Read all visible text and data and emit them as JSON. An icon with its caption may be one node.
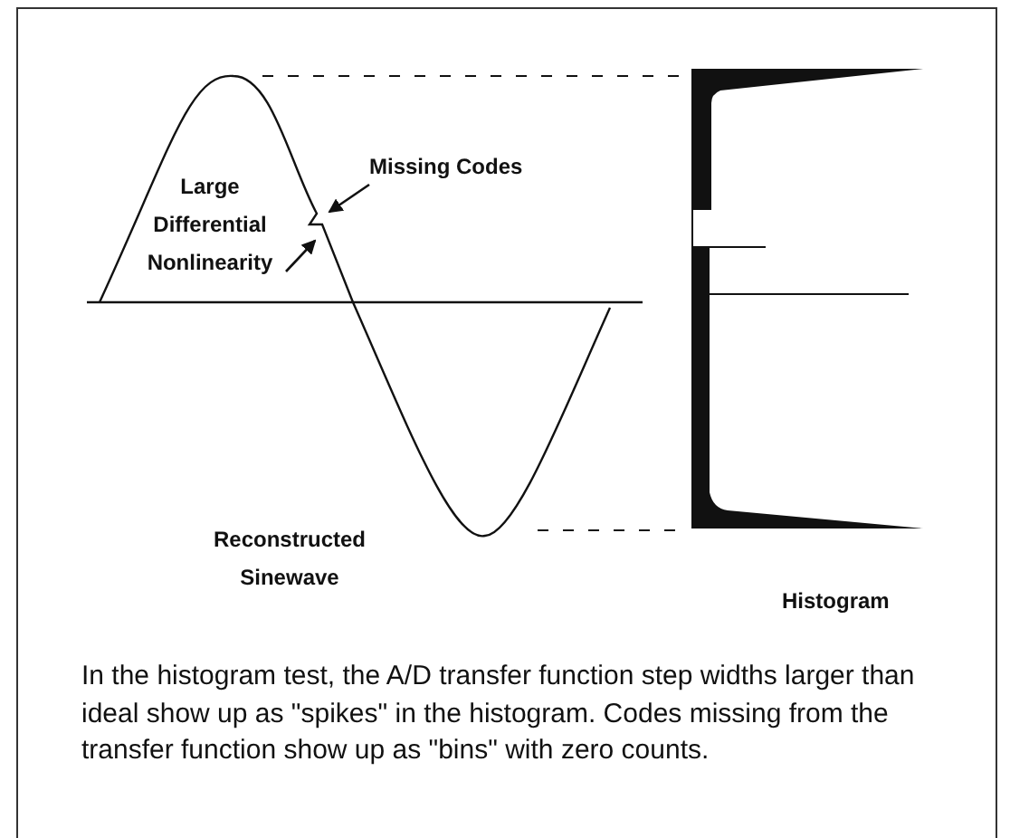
{
  "diagram": {
    "caption": "In the histogram test, the A/D transfer function step widths larger than ideal show up as \"spikes\" in the histogram. Codes missing from the transfer function show up as \"bins\" with zero counts.",
    "nodes": [
      {
        "text": [
          "Missing Codes"
        ]
      },
      {
        "text": [
          "Large Differential Nonlinearity"
        ]
      }
    ],
    "edges": [
      {
        "from": 0,
        "to": null,
        "arrow": "to"
      },
      {
        "from": 1,
        "to": null,
        "arrow": "to"
      }
    ],
    "labels": [
      "Reconstructed Sinewave",
      "Histogram"
    ]
  }
}
